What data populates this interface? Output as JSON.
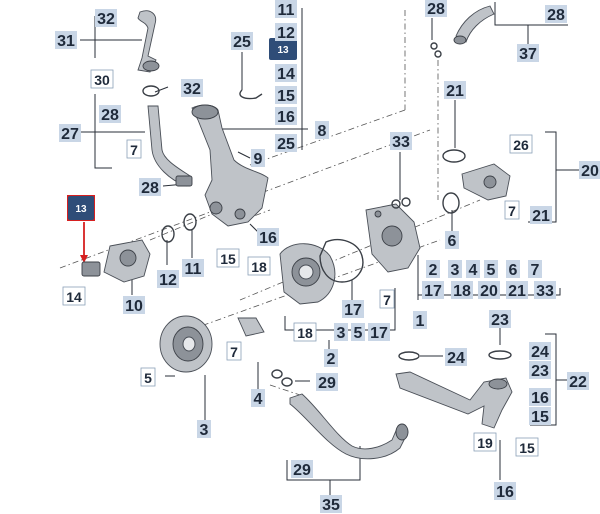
{
  "diagram": {
    "badge_text": "13",
    "colors": {
      "label_fill": "#c9d6e6",
      "badge_fill": "#2f4d78",
      "highlight": "#d62020"
    },
    "labels": [
      {
        "id": "l1",
        "text": "32"
      },
      {
        "id": "l2",
        "text": "31"
      },
      {
        "id": "l3",
        "text": "30"
      },
      {
        "id": "l4",
        "text": "32"
      },
      {
        "id": "l5",
        "text": "28"
      },
      {
        "id": "l6",
        "text": "27"
      },
      {
        "id": "l7",
        "text": "7"
      },
      {
        "id": "l8",
        "text": "28"
      },
      {
        "id": "l9",
        "text": "11"
      },
      {
        "id": "l10",
        "text": "12"
      },
      {
        "id": "l11",
        "text": "14"
      },
      {
        "id": "l12",
        "text": "15"
      },
      {
        "id": "l13",
        "text": "16"
      },
      {
        "id": "l14",
        "text": "25"
      },
      {
        "id": "l15",
        "text": "25"
      },
      {
        "id": "l16",
        "text": "8"
      },
      {
        "id": "l17",
        "text": "9"
      },
      {
        "id": "l18",
        "text": "28"
      },
      {
        "id": "l19",
        "text": "28"
      },
      {
        "id": "l20",
        "text": "37"
      },
      {
        "id": "l21",
        "text": "21"
      },
      {
        "id": "l22",
        "text": "26"
      },
      {
        "id": "l23",
        "text": "20"
      },
      {
        "id": "l24",
        "text": "7"
      },
      {
        "id": "l25",
        "text": "21"
      },
      {
        "id": "l26",
        "text": "33"
      },
      {
        "id": "l27",
        "text": "6"
      },
      {
        "id": "l28",
        "text": "16"
      },
      {
        "id": "l29",
        "text": "15"
      },
      {
        "id": "l30",
        "text": "12"
      },
      {
        "id": "l31",
        "text": "11"
      },
      {
        "id": "l32",
        "text": "14"
      },
      {
        "id": "l33",
        "text": "10"
      },
      {
        "id": "l34",
        "text": "18"
      },
      {
        "id": "l35",
        "text": "17"
      },
      {
        "id": "l36",
        "text": "7"
      },
      {
        "id": "l37",
        "text": "2"
      },
      {
        "id": "l38",
        "text": "3"
      },
      {
        "id": "l39",
        "text": "4"
      },
      {
        "id": "l40",
        "text": "5"
      },
      {
        "id": "l41",
        "text": "6"
      },
      {
        "id": "l42",
        "text": "7"
      },
      {
        "id": "l43",
        "text": "17"
      },
      {
        "id": "l44",
        "text": "18"
      },
      {
        "id": "l45",
        "text": "20"
      },
      {
        "id": "l46",
        "text": "21"
      },
      {
        "id": "l47",
        "text": "33"
      },
      {
        "id": "l48",
        "text": "1"
      },
      {
        "id": "l49",
        "text": "18"
      },
      {
        "id": "l50",
        "text": "3"
      },
      {
        "id": "l51",
        "text": "5"
      },
      {
        "id": "l52",
        "text": "17"
      },
      {
        "id": "l53",
        "text": "2"
      },
      {
        "id": "l54",
        "text": "7"
      },
      {
        "id": "l55",
        "text": "5"
      },
      {
        "id": "l56",
        "text": "3"
      },
      {
        "id": "l57",
        "text": "4"
      },
      {
        "id": "l58",
        "text": "29"
      },
      {
        "id": "l59",
        "text": "24"
      },
      {
        "id": "l60",
        "text": "23"
      },
      {
        "id": "l61",
        "text": "24"
      },
      {
        "id": "l62",
        "text": "23"
      },
      {
        "id": "l63",
        "text": "22"
      },
      {
        "id": "l64",
        "text": "16"
      },
      {
        "id": "l65",
        "text": "15"
      },
      {
        "id": "l66",
        "text": "19"
      },
      {
        "id": "l67",
        "text": "15"
      },
      {
        "id": "l68",
        "text": "16"
      },
      {
        "id": "l69",
        "text": "29"
      },
      {
        "id": "l70",
        "text": "35"
      }
    ]
  }
}
